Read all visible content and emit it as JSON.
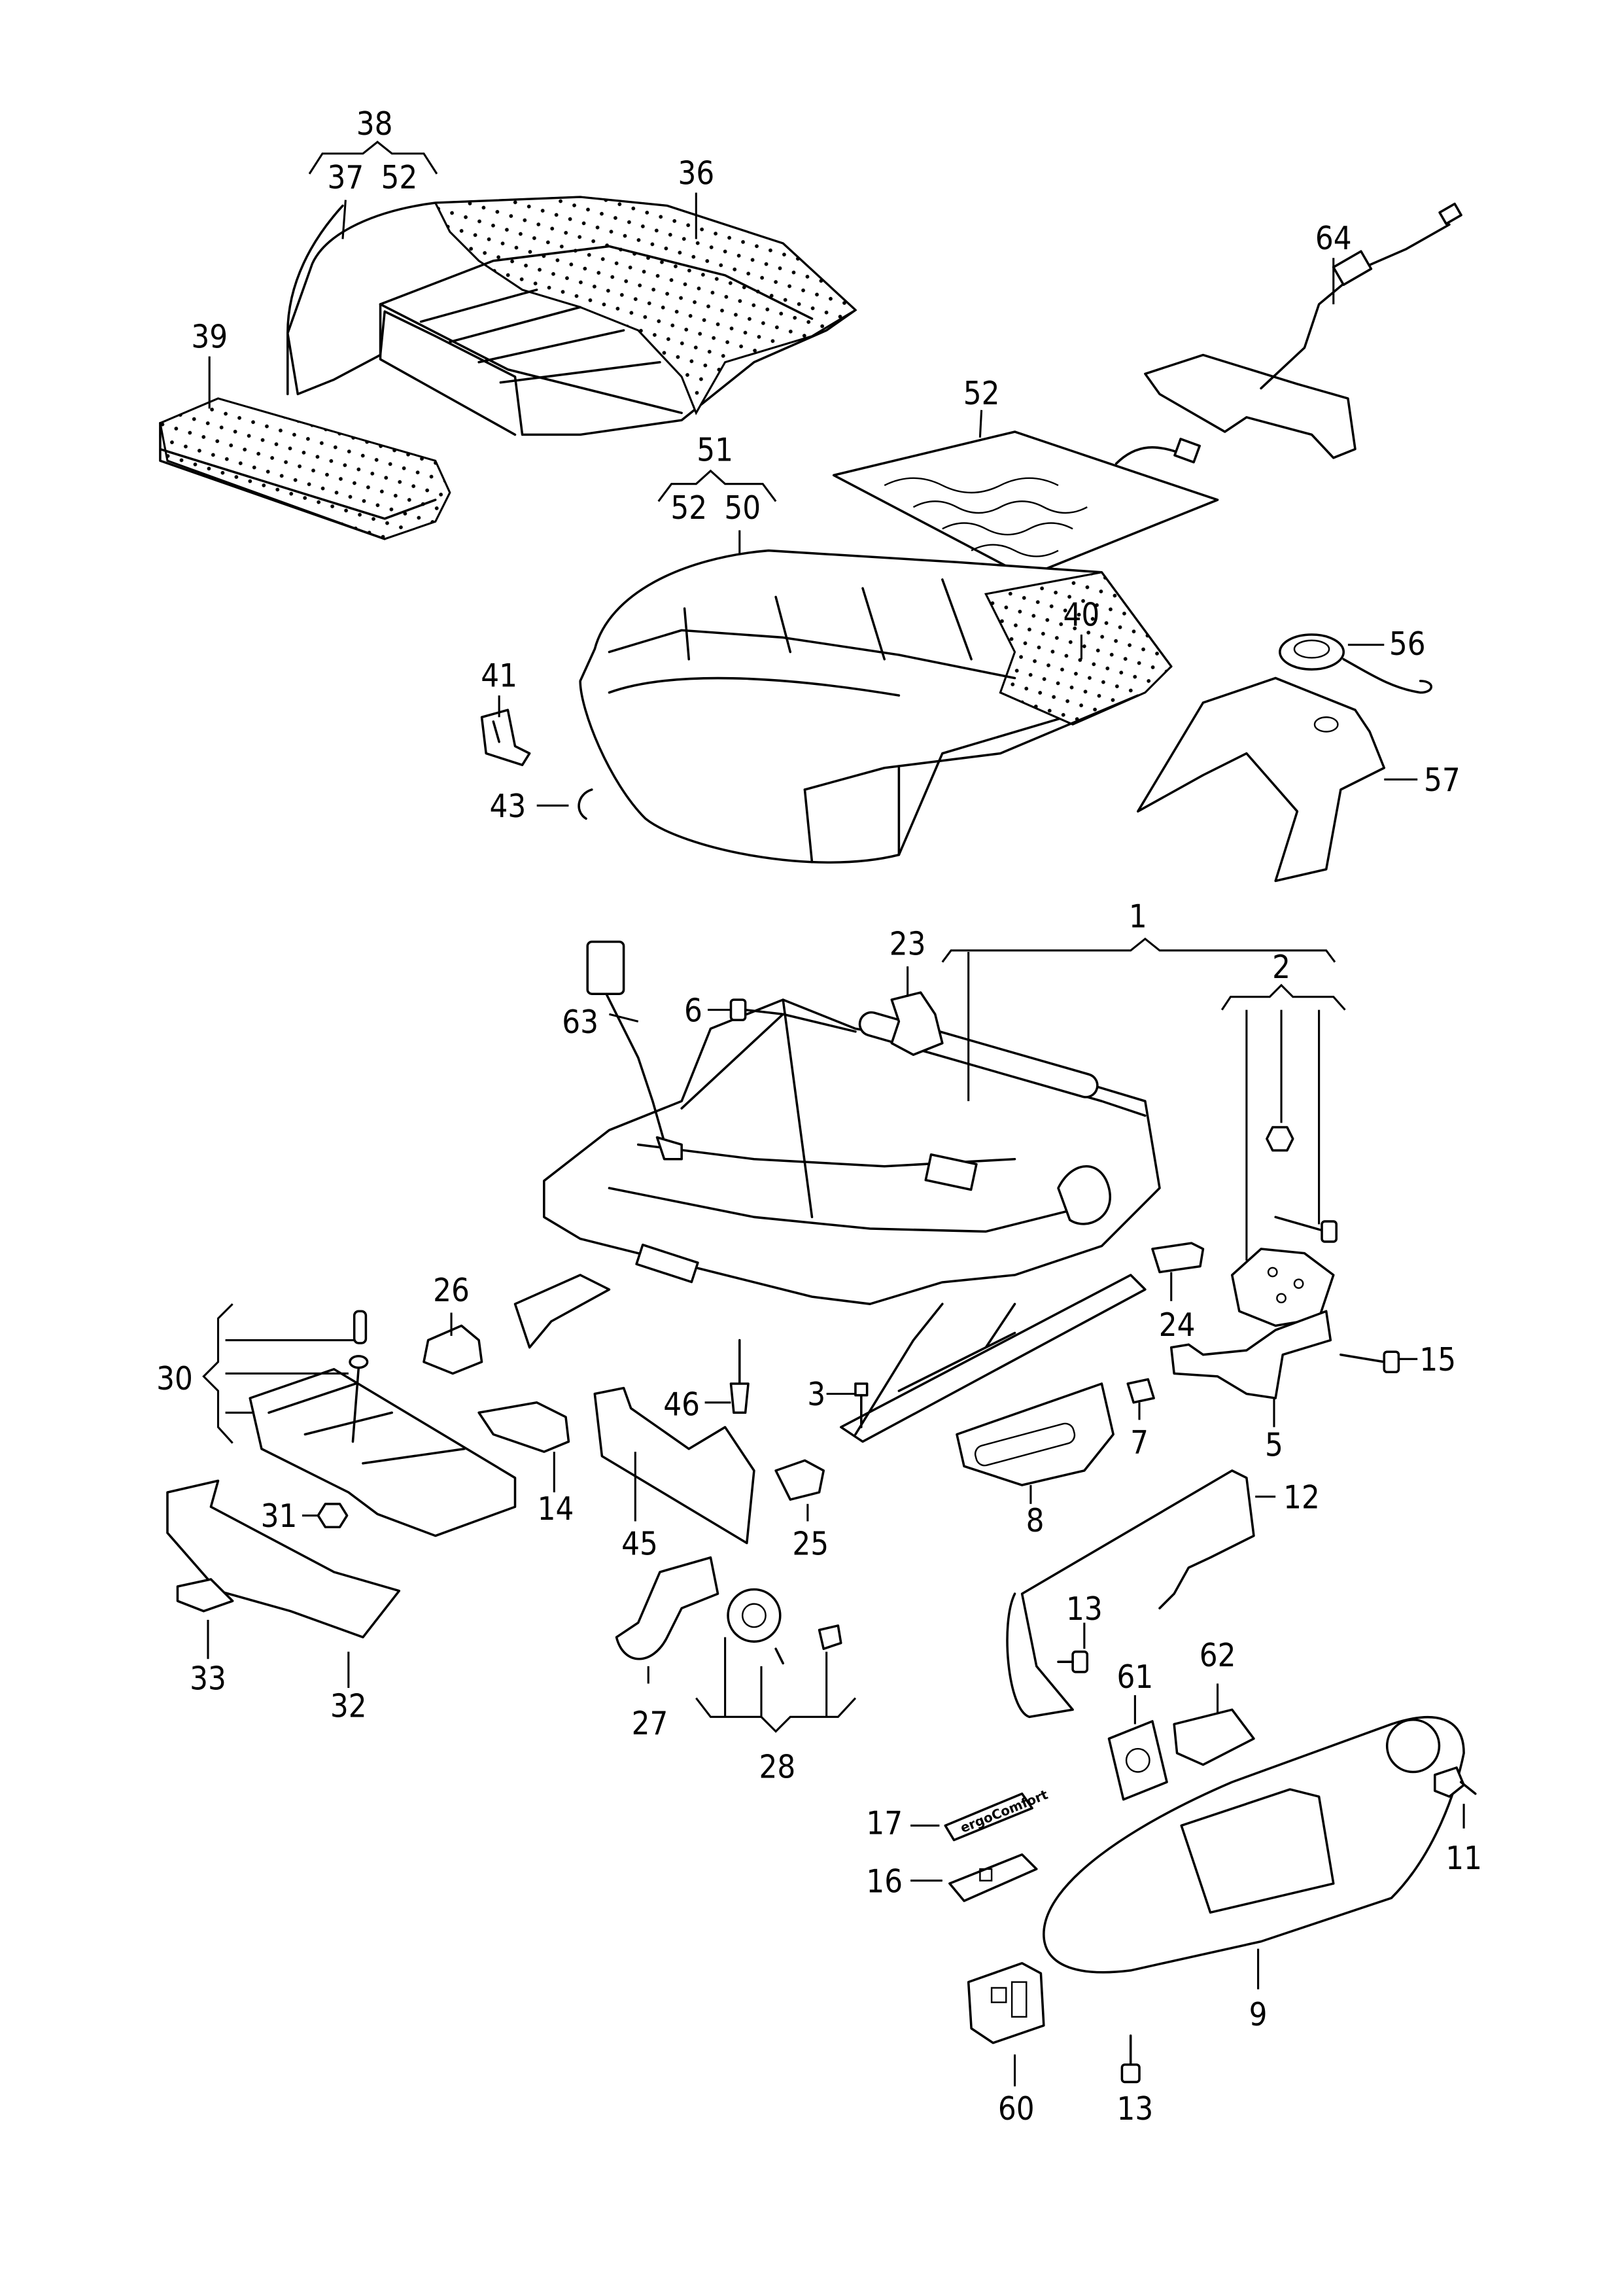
{
  "diagram": {
    "type": "exploded-parts-diagram",
    "subject": "front seat cushion, frame and trim",
    "badge_text": "ergoComfort",
    "line_color": "#000000",
    "background_color": "#ffffff",
    "callouts": [
      {
        "id": "c38",
        "label": "38",
        "group": [
          "37",
          "52"
        ]
      },
      {
        "id": "c37",
        "label": "37"
      },
      {
        "id": "c52a",
        "label": "52"
      },
      {
        "id": "c36",
        "label": "36"
      },
      {
        "id": "c39",
        "label": "39"
      },
      {
        "id": "c64",
        "label": "64"
      },
      {
        "id": "c52b",
        "label": "52"
      },
      {
        "id": "c51",
        "label": "51",
        "group": [
          "52",
          "50"
        ]
      },
      {
        "id": "c52c",
        "label": "52"
      },
      {
        "id": "c50",
        "label": "50"
      },
      {
        "id": "c40",
        "label": "40"
      },
      {
        "id": "c41",
        "label": "41"
      },
      {
        "id": "c43",
        "label": "43"
      },
      {
        "id": "c56",
        "label": "56"
      },
      {
        "id": "c57",
        "label": "57"
      },
      {
        "id": "c1",
        "label": "1"
      },
      {
        "id": "c23",
        "label": "23"
      },
      {
        "id": "c2",
        "label": "2"
      },
      {
        "id": "c6",
        "label": "6"
      },
      {
        "id": "c63",
        "label": "63"
      },
      {
        "id": "c24",
        "label": "24"
      },
      {
        "id": "c26",
        "label": "26"
      },
      {
        "id": "c30",
        "label": "30"
      },
      {
        "id": "c46",
        "label": "46"
      },
      {
        "id": "c3",
        "label": "3"
      },
      {
        "id": "c15",
        "label": "15"
      },
      {
        "id": "c7",
        "label": "7"
      },
      {
        "id": "c5",
        "label": "5"
      },
      {
        "id": "c14",
        "label": "14"
      },
      {
        "id": "c31",
        "label": "31"
      },
      {
        "id": "c45",
        "label": "45"
      },
      {
        "id": "c25",
        "label": "25"
      },
      {
        "id": "c8",
        "label": "8"
      },
      {
        "id": "c12",
        "label": "12"
      },
      {
        "id": "c33",
        "label": "33"
      },
      {
        "id": "c32",
        "label": "32"
      },
      {
        "id": "c27",
        "label": "27"
      },
      {
        "id": "c28",
        "label": "28"
      },
      {
        "id": "c13a",
        "label": "13"
      },
      {
        "id": "c61",
        "label": "61"
      },
      {
        "id": "c62",
        "label": "62"
      },
      {
        "id": "c17",
        "label": "17"
      },
      {
        "id": "c16",
        "label": "16"
      },
      {
        "id": "c11",
        "label": "11"
      },
      {
        "id": "c9",
        "label": "9"
      },
      {
        "id": "c60",
        "label": "60"
      },
      {
        "id": "c13b",
        "label": "13"
      }
    ]
  }
}
